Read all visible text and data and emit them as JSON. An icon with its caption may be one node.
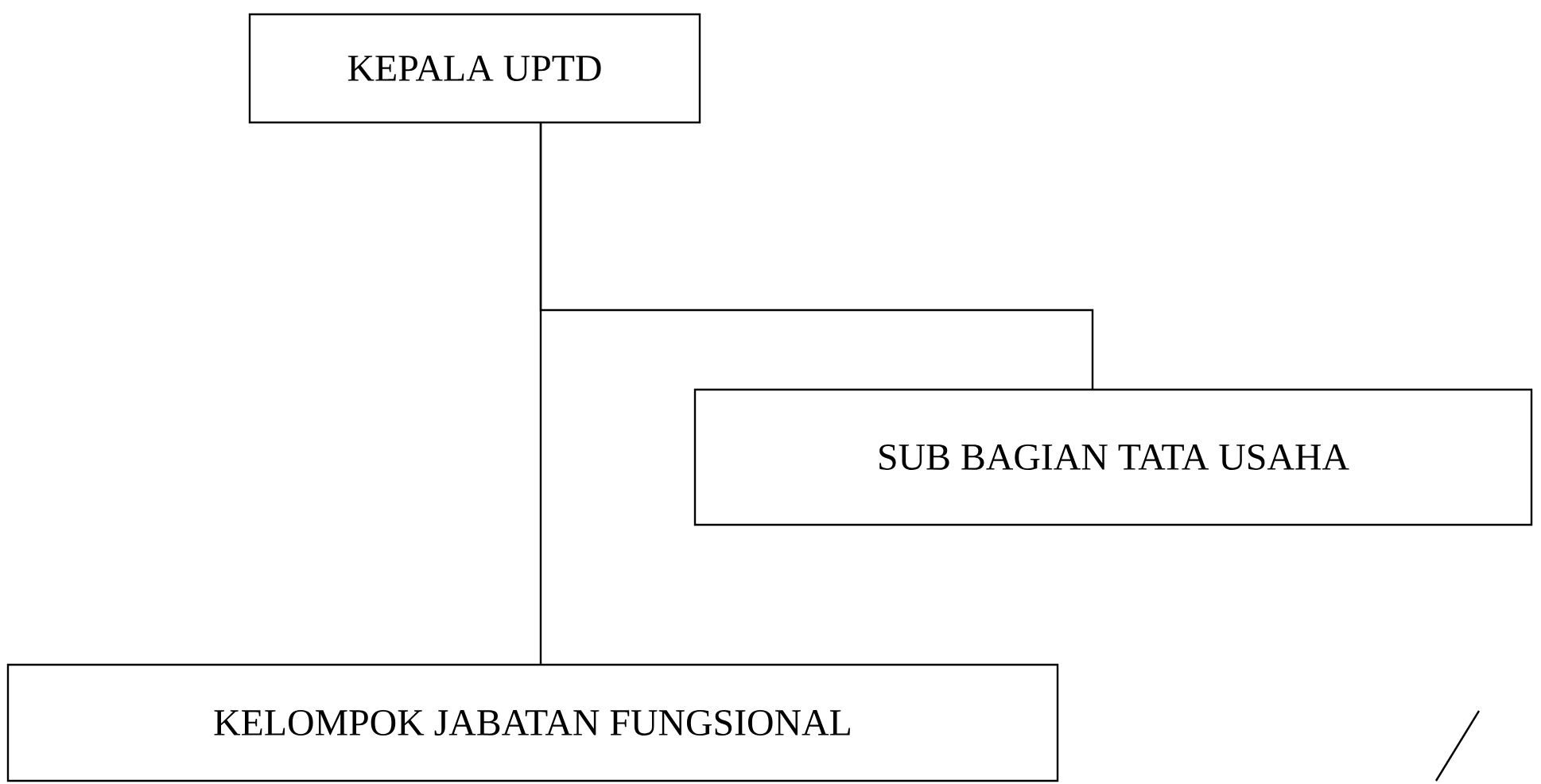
{
  "diagram": {
    "nodes": [
      {
        "text": [
          "KEPALA UPTD"
        ]
      },
      {
        "text": [
          "SUB BAGIAN TATA USAHA"
        ]
      },
      {
        "text": [
          "KELOMPOK JABATAN FUNGSIONAL"
        ]
      }
    ],
    "edges": [
      {
        "from": 0,
        "to": 1,
        "arrow": "none"
      },
      {
        "from": 0,
        "to": 2,
        "arrow": "none"
      }
    ]
  }
}
